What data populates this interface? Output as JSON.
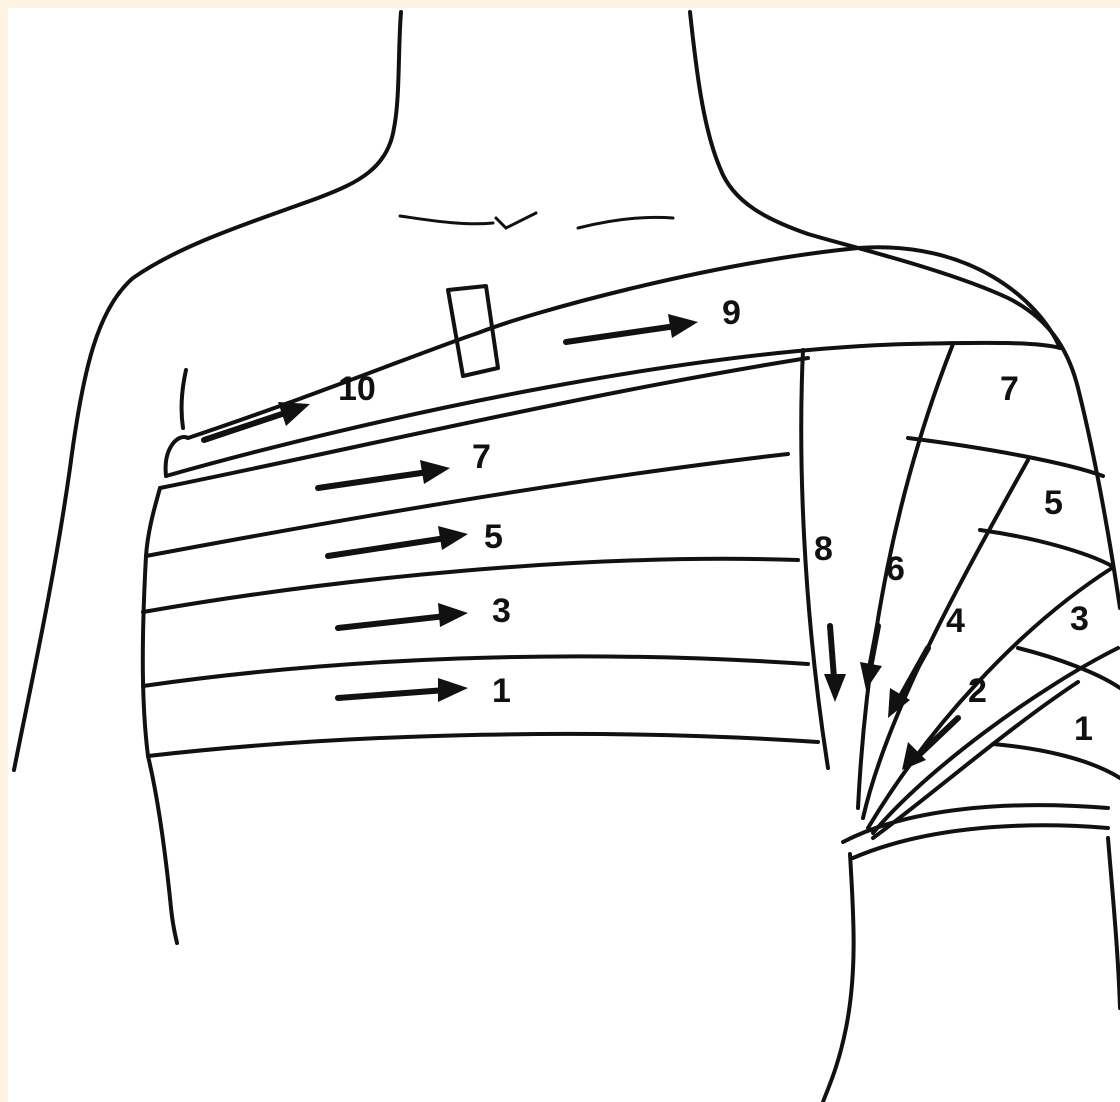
{
  "colors": {
    "ink": "#111111",
    "paper": "#ffffff",
    "border": "#fdf5e1"
  },
  "chest_turns": [
    "1",
    "3",
    "5",
    "7"
  ],
  "top_turns": [
    "9",
    "10"
  ],
  "shoulder_turns": [
    "1",
    "2",
    "3",
    "4",
    "5",
    "6",
    "7",
    "8"
  ]
}
